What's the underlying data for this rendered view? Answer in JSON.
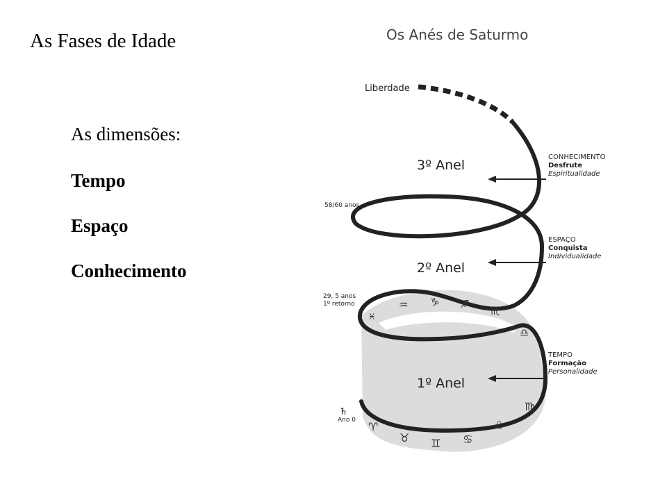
{
  "slide": {
    "title": "As Fases de Idade",
    "dimensions_heading": "As dimensões:",
    "dimensions": [
      "Tempo",
      "Espaço",
      "Conhecimento"
    ]
  },
  "diagram": {
    "title": "Os Anés de Saturmo",
    "freedom_label": "Liberdade",
    "rings": [
      {
        "label": "3º Anel",
        "category": "CONHECIMENTO",
        "sub1": "Desfrute",
        "sub2": "Espiritualidade"
      },
      {
        "label": "2º Anel",
        "category": "ESPAÇO",
        "sub1": "Conquista",
        "sub2": "Individualidade"
      },
      {
        "label": "1º Anel",
        "category": "TEMPO",
        "sub1": "Formação",
        "sub2": "Personalidade"
      }
    ],
    "age_markers": {
      "third": "58/60 anos",
      "second_line1": "29, 5 anos",
      "second_line2": "1º retorno",
      "start_symbol": "♄",
      "start_label": "Ano 0"
    },
    "zodiac_symbols": {
      "upper": [
        "♓",
        "♒",
        "♑",
        "♐",
        "♏",
        "♎"
      ],
      "lower": [
        "♍",
        "♌",
        "♋",
        "♊",
        "♉",
        "♈"
      ]
    },
    "colors": {
      "band": "#dcdcdc",
      "stroke": "#222222"
    }
  }
}
